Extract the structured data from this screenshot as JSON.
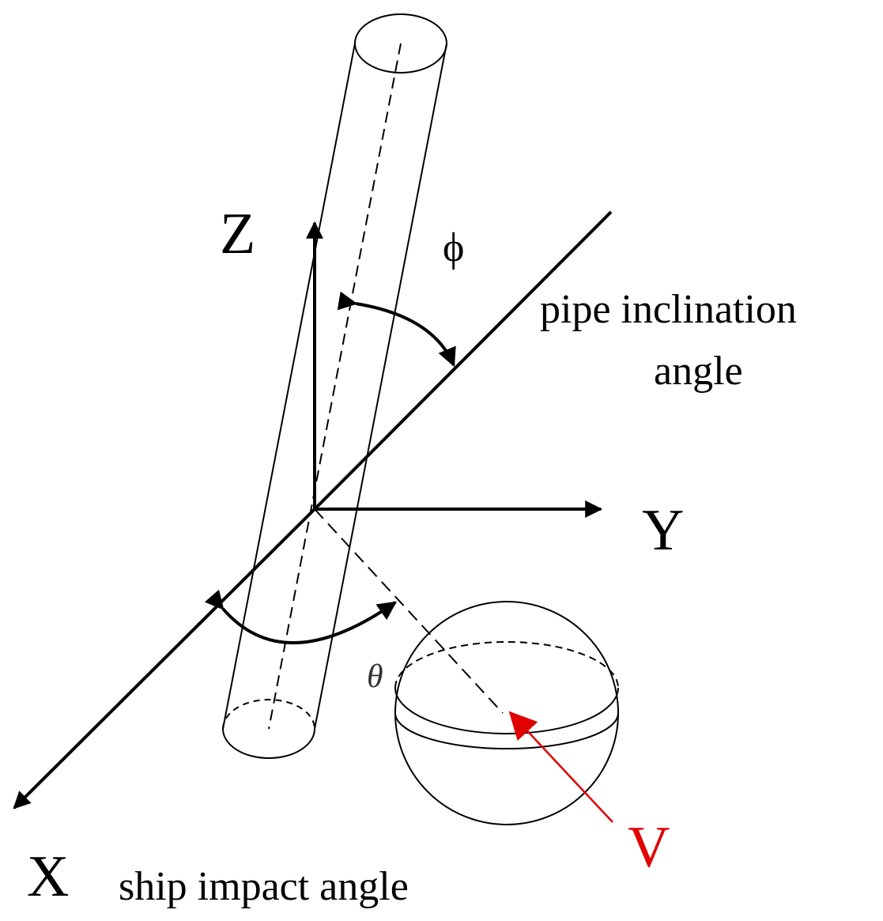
{
  "axes": {
    "x": "X",
    "y": "Y",
    "z": "Z"
  },
  "angles": {
    "phi": "ϕ",
    "theta": "θ"
  },
  "captions": {
    "pipe_line1": "pipe inclination",
    "pipe_line2": "angle",
    "ship": "ship impact angle"
  },
  "velocity_label": "V",
  "colors": {
    "line": "#000000",
    "velocity": "#e00000"
  },
  "icons": [
    "cylinder-pipe",
    "sphere-ship"
  ]
}
